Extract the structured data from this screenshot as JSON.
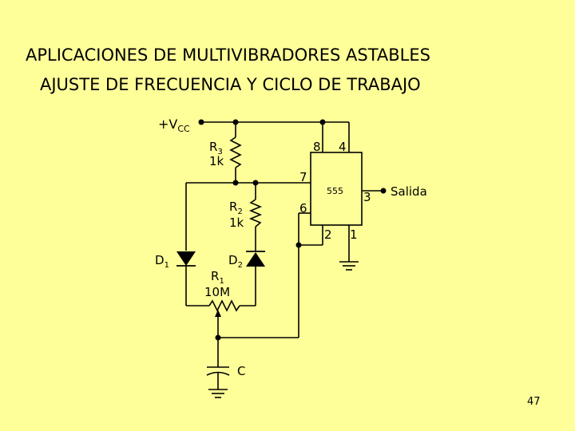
{
  "slide": {
    "title_line1": "APLICACIONES DE MULTIVIBRADORES ASTABLES",
    "title_line2": "AJUSTE DE FRECUENCIA Y CICLO DE TRABAJO",
    "page_number": "47"
  },
  "circuit": {
    "vcc_label": "+V",
    "vcc_sub": "CC",
    "ic_label": "555",
    "output_label": "Salida",
    "pins": {
      "p8": "8",
      "p4": "4",
      "p7": "7",
      "p6": "6",
      "p3": "3",
      "p2": "2",
      "p1": "1"
    },
    "r3": {
      "name": "R",
      "sub": "3",
      "value": "1k"
    },
    "r2": {
      "name": "R",
      "sub": "2",
      "value": "1k"
    },
    "r1": {
      "name": "R",
      "sub": "1",
      "value": "10M"
    },
    "d1": {
      "name": "D",
      "sub": "1"
    },
    "d2": {
      "name": "D",
      "sub": "2"
    },
    "c_label": "C"
  }
}
